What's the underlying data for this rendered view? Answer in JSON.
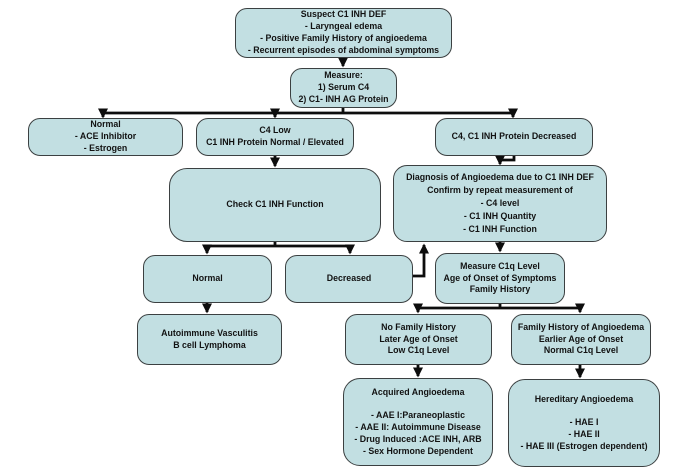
{
  "flowchart": {
    "description": "Diagnostic algorithm flowchart for C1 INH deficiency angioedema",
    "colors": {
      "node_fill": "#c2dfe2",
      "node_border": "#3b4041",
      "arrow": "#0d0d0d",
      "text": "#121212",
      "background": "#ffffff"
    },
    "nodes": {
      "suspect": {
        "lines": [
          "Suspect C1 INH DEF",
          "- Laryngeal edema",
          "- Positive Family History of angioedema",
          "- Recurrent episodes of abdominal symptoms"
        ]
      },
      "measure": {
        "lines": [
          "Measure:",
          "1) Serum C4",
          "2) C1- INH AG Protein"
        ]
      },
      "normal_triggers": {
        "lines": [
          "Normal",
          "- ACE Inhibitor",
          "- Estrogen"
        ]
      },
      "c4_low": {
        "lines": [
          "C4 Low",
          "C1 INH Protein Normal / Elevated"
        ]
      },
      "c4_c1_decreased": {
        "lines": [
          "C4, C1 INH Protein Decreased"
        ]
      },
      "check_function": {
        "lines": [
          "Check C1 INH Function"
        ]
      },
      "diagnosis": {
        "lines": [
          "Diagnosis of Angioedema due to C1 INH DEF",
          "Confirm by repeat measurement of",
          "- C4 level",
          "- C1 INH Quantity",
          "- C1 INH Function"
        ]
      },
      "function_normal": {
        "lines": [
          "Normal"
        ]
      },
      "function_decreased": {
        "lines": [
          "Decreased"
        ]
      },
      "measure_c1q": {
        "lines": [
          "Measure C1q Level",
          "Age of Onset of Symptoms",
          "Family History"
        ]
      },
      "autoimmune": {
        "lines": [
          "Autoimmune Vasculitis",
          "B cell Lymphoma"
        ]
      },
      "no_family": {
        "lines": [
          "No Family History",
          "Later Age of Onset",
          "Low C1q Level"
        ]
      },
      "family_history": {
        "lines": [
          "Family History of Angioedema",
          "Earlier Age of Onset",
          "Normal C1q Level"
        ]
      },
      "acquired": {
        "lines": [
          "Acquired Angioedema",
          "",
          "- AAE I:Paraneoplastic",
          "- AAE II: Autoimmune Disease",
          "- Drug Induced :ACE INH, ARB",
          "- Sex Hormone Dependent"
        ]
      },
      "hereditary": {
        "lines": [
          "Hereditary Angioedema",
          "",
          "- HAE I",
          "- HAE II",
          "- HAE III (Estrogen dependent)"
        ]
      }
    },
    "edges": [
      {
        "from": "suspect",
        "to": "measure"
      },
      {
        "from": "measure",
        "to": "normal_triggers"
      },
      {
        "from": "measure",
        "to": "c4_low"
      },
      {
        "from": "measure",
        "to": "c4_c1_decreased"
      },
      {
        "from": "c4_low",
        "to": "check_function"
      },
      {
        "from": "c4_c1_decreased",
        "to": "diagnosis"
      },
      {
        "from": "check_function",
        "to": "function_normal"
      },
      {
        "from": "check_function",
        "to": "function_decreased"
      },
      {
        "from": "function_normal",
        "to": "autoimmune"
      },
      {
        "from": "function_decreased",
        "to": "diagnosis"
      },
      {
        "from": "diagnosis",
        "to": "measure_c1q"
      },
      {
        "from": "measure_c1q",
        "to": "no_family"
      },
      {
        "from": "measure_c1q",
        "to": "family_history"
      },
      {
        "from": "no_family",
        "to": "acquired"
      },
      {
        "from": "family_history",
        "to": "hereditary"
      }
    ]
  }
}
